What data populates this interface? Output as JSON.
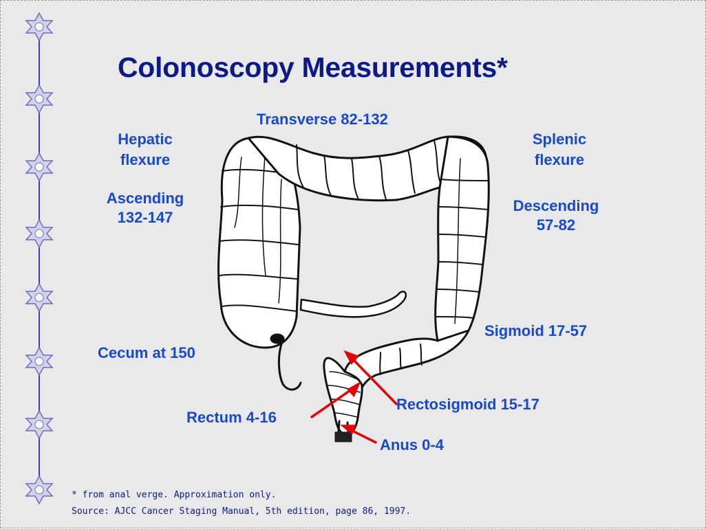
{
  "slide": {
    "title": "Colonoscopy Measurements*",
    "labels": {
      "transverse": "Transverse 82-132",
      "hepatic_line1": "Hepatic",
      "hepatic_line2": "flexure",
      "splenic_line1": "Splenic",
      "splenic_line2": "flexure",
      "ascending_line1": "Ascending",
      "ascending_line2": "132-147",
      "descending_line1": "Descending",
      "descending_line2": "57-82",
      "sigmoid": "Sigmoid 17-57",
      "cecum": "Cecum at 150",
      "rectosigmoid": "Rectosigmoid 15-17",
      "rectum": "Rectum 4-16",
      "anus": "Anus 0-4"
    },
    "footnote_line1": "* from anal verge. Approximation only.",
    "footnote_line2": "Source: AJCC Cancer Staging Manual, 5th edition, page 86, 1997.",
    "colors": {
      "title": "#0b1a85",
      "labels": "#1749c8",
      "arrows": "#e30000",
      "background": "#e9e9ec"
    },
    "icons": [
      "star-node-icon",
      "colon-illustration"
    ]
  }
}
